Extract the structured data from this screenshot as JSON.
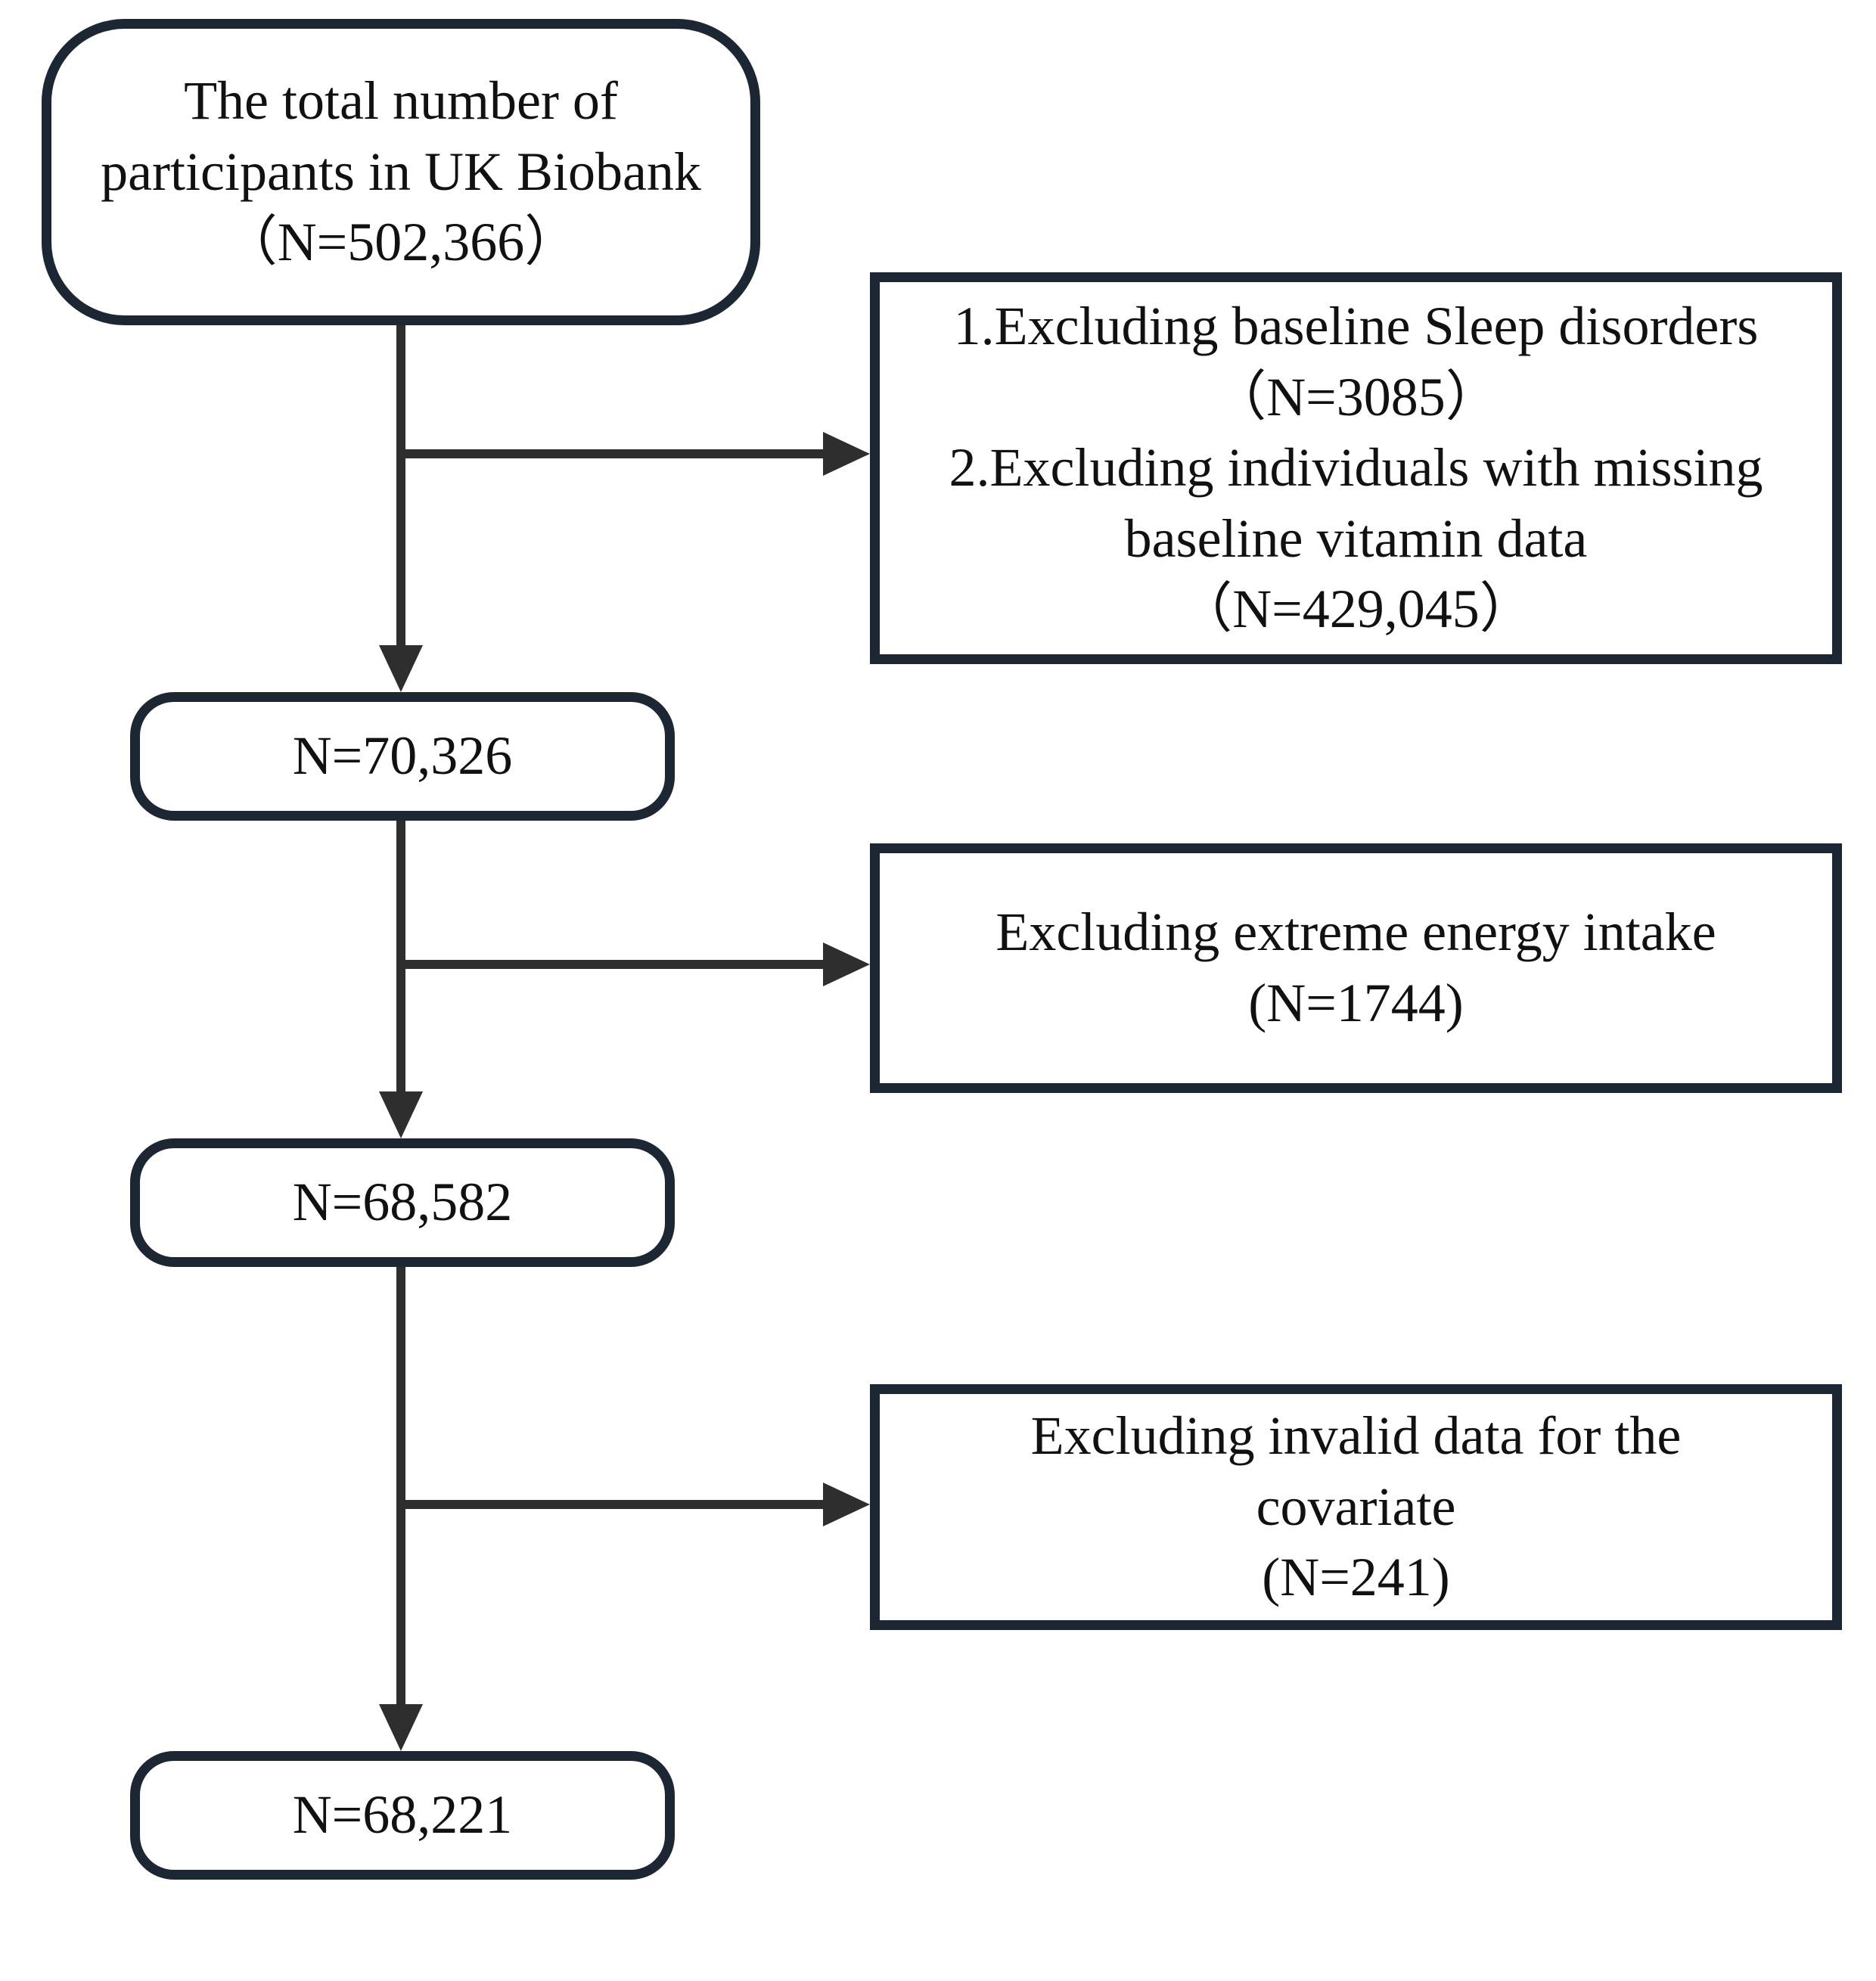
{
  "nodes": [
    {
      "text": "The total number of\nparticipants in UK Biobank\n（N=502,366）"
    },
    {
      "text": "N=70,326"
    },
    {
      "text": "N=68,582"
    },
    {
      "text": "N=68,221"
    }
  ],
  "exclusions": [
    {
      "text": "1.Excluding baseline Sleep disorders\n（N=3085）\n2.Excluding individuals with missing\nbaseline vitamin data\n（N=429,045）"
    },
    {
      "text": "Excluding extreme energy intake\n(N=1744)"
    },
    {
      "text": "Excluding invalid data for the\ncovariate\n(N=241)"
    }
  ],
  "colors": {
    "box_border": "#1d2733",
    "arrow": "#2e2e2e",
    "text": "#111111",
    "background": "#ffffff"
  }
}
